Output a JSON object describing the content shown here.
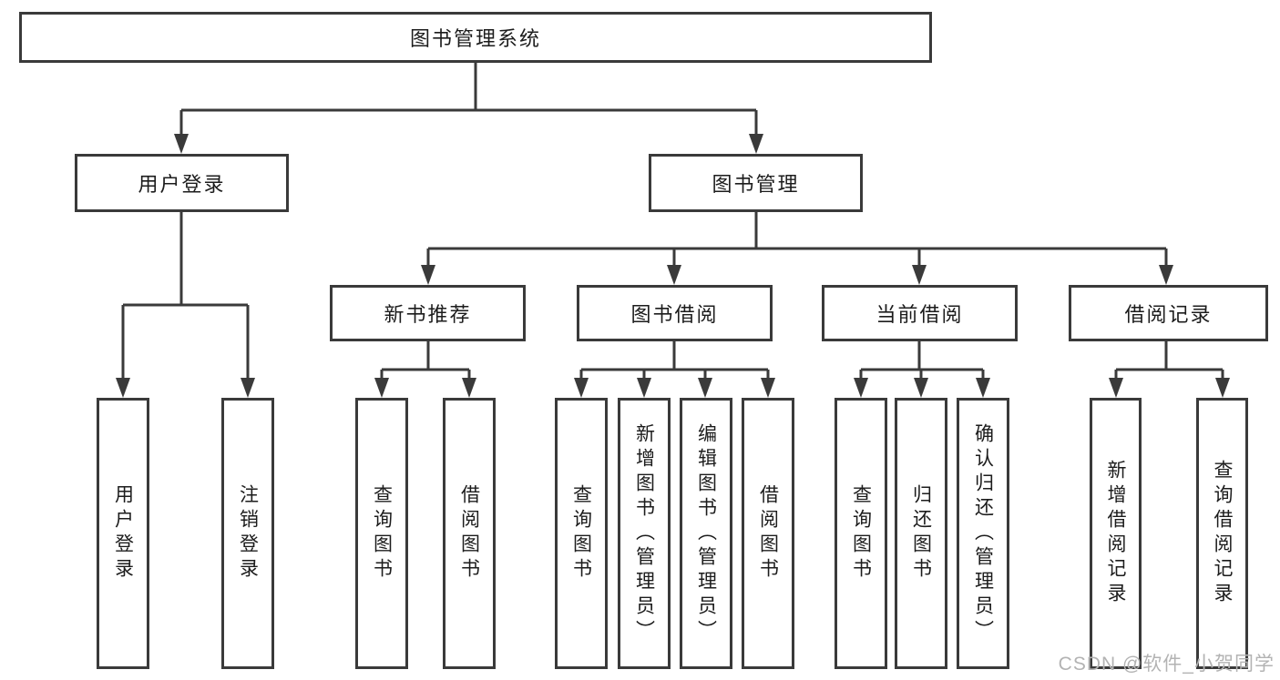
{
  "root": {
    "label": "图书管理系统"
  },
  "branches": [
    {
      "label": "用户登录",
      "children": [
        {
          "label": "用户登录"
        },
        {
          "label": "注销登录"
        }
      ]
    },
    {
      "label": "图书管理",
      "children": [
        {
          "label": "新书推荐",
          "children": [
            {
              "label": "查询图书"
            },
            {
              "label": "借阅图书"
            }
          ]
        },
        {
          "label": "图书借阅",
          "children": [
            {
              "label": "查询图书"
            },
            {
              "label": "新增图书（管理员）"
            },
            {
              "label": "编辑图书（管理员）"
            },
            {
              "label": "借阅图书"
            }
          ]
        },
        {
          "label": "当前借阅",
          "children": [
            {
              "label": "查询图书"
            },
            {
              "label": "归还图书"
            },
            {
              "label": "确认归还（管理员）"
            }
          ]
        },
        {
          "label": "借阅记录",
          "children": [
            {
              "label": "新增借阅记录"
            },
            {
              "label": "查询借阅记录"
            }
          ]
        }
      ]
    }
  ],
  "watermark": {
    "text": "CSDN @软件_小贺同学"
  },
  "colors": {
    "line": "#3a3a3a",
    "text": "#1c1c1c",
    "watermark": "#b3b3b3",
    "background": "#ffffff"
  }
}
